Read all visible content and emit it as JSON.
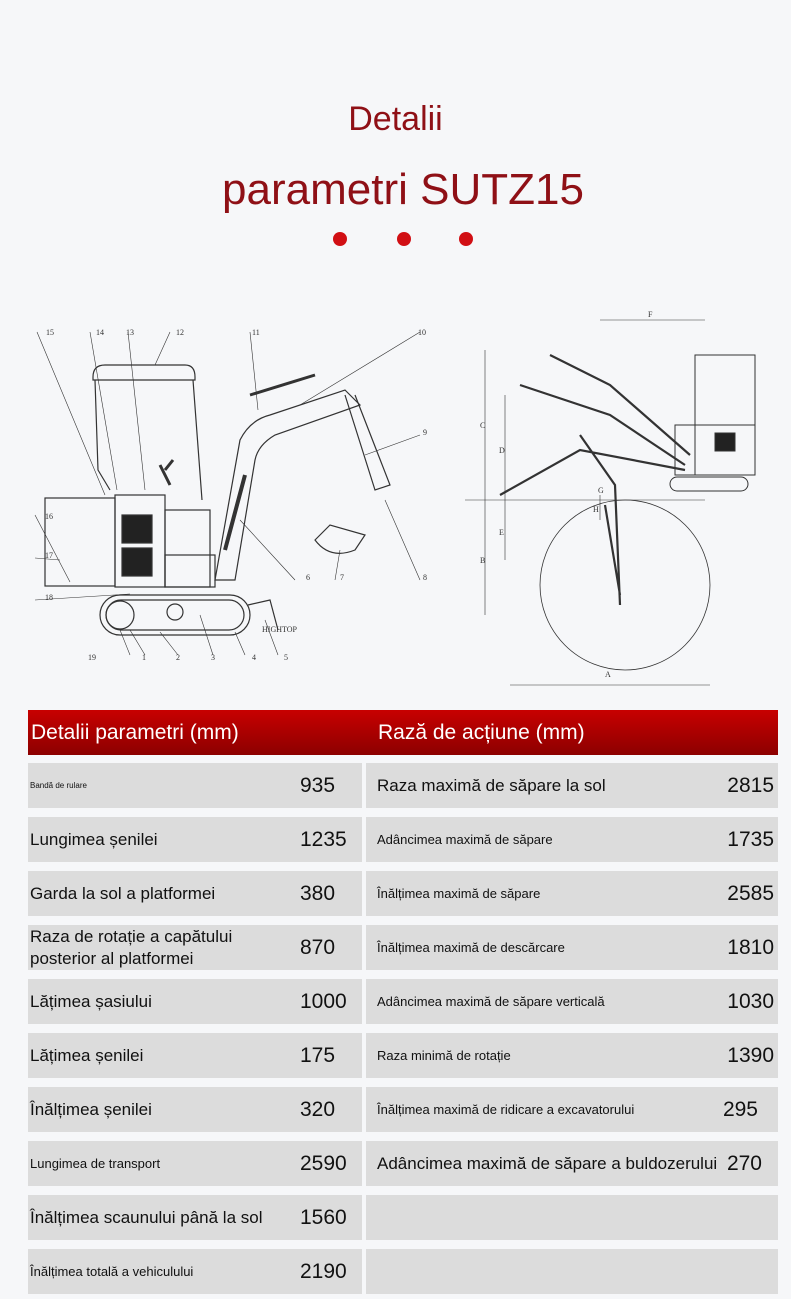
{
  "title": {
    "line1": "Detalii",
    "line2": "parametri SUTZ15"
  },
  "colors": {
    "accent": "#8f1016",
    "header_red": "#c80000",
    "row_bg": "#dcdcdc"
  },
  "diagram": {
    "side_labels": [
      "1",
      "2",
      "3",
      "4",
      "5",
      "6",
      "7",
      "8",
      "9",
      "10",
      "11",
      "12",
      "13",
      "14",
      "15",
      "16",
      "17",
      "18",
      "19"
    ],
    "brand": "HIGHTOP",
    "range_labels": [
      "A",
      "B",
      "C",
      "D",
      "E",
      "F",
      "G",
      "H"
    ]
  },
  "table": {
    "left_header": "Detalii parametri (mm)",
    "right_header": "Rază de acțiune (mm)",
    "left": [
      {
        "label": "Bandă de rulare",
        "value": "935",
        "size": "xs"
      },
      {
        "label": "Lungimea șenilei",
        "value": "1235",
        "size": "lg"
      },
      {
        "label": "Garda la sol a platformei",
        "value": "380",
        "size": "lg"
      },
      {
        "label": "Raza de rotație a capătului posterior al platformei",
        "value": "870",
        "size": "lg"
      },
      {
        "label": "Lățimea șasiului",
        "value": "1000",
        "size": "lg"
      },
      {
        "label": "Lățimea șenilei",
        "value": "175",
        "size": "lg"
      },
      {
        "label": "Înălțimea șenilei",
        "value": "320",
        "size": "lg"
      },
      {
        "label": "Lungimea de transport",
        "value": "2590",
        "size": "md"
      },
      {
        "label": "Înălțimea scaunului până la sol",
        "value": "1560",
        "size": "lg"
      },
      {
        "label": "Înălțimea totală a vehiculului",
        "value": "2190",
        "size": "md"
      }
    ],
    "right": [
      {
        "label": "Raza maximă de săpare la sol",
        "value": "2815",
        "size": "lg"
      },
      {
        "label": "Adâncimea maximă de săpare",
        "value": "1735",
        "size": "md"
      },
      {
        "label": "Înălțimea maximă de săpare",
        "value": "2585",
        "size": "md"
      },
      {
        "label": "Înălțimea maximă de descărcare",
        "value": "1810",
        "size": "md"
      },
      {
        "label": "Adâncimea maximă de săpare verticală",
        "value": "1030",
        "size": "md"
      },
      {
        "label": "Raza minimă de rotație",
        "value": "1390",
        "size": "md"
      },
      {
        "label": "Înălțimea maximă de ridicare a excavatorului",
        "value": "295",
        "size": "md"
      },
      {
        "label": "Adâncimea maximă de săpare a buldozerului",
        "value": "270",
        "size": "lg"
      },
      {
        "label": "",
        "value": "",
        "size": "lg"
      },
      {
        "label": "",
        "value": "",
        "size": "lg"
      }
    ]
  }
}
